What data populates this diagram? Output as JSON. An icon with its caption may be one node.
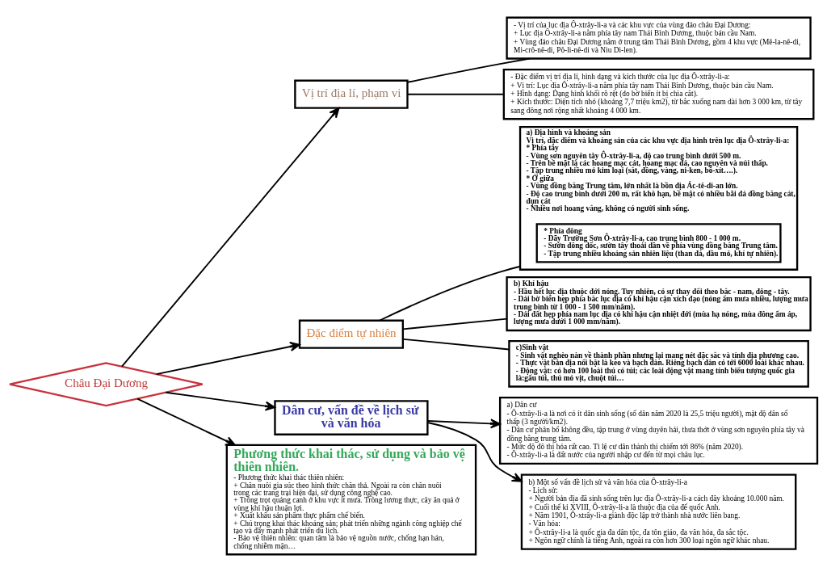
{
  "diagram": {
    "nodes": [
      {
        "text": [
          "Châu Đại Dương"
        ]
      },
      {
        "text": [
          "Vị trí địa lí, phạm vi"
        ]
      },
      {
        "text": [
          "- Vị trí của lục địa Ô-xtrây-li-a và các khu vực của vùng đảo châu Đại Dương:",
          "+ Lục địa Ô-xtrây-li-a nằm phía tây nam Thái Bình Dương, thuộc bán cầu Nam.",
          "+ Vùng đảo châu Đại Dương nằm ở trung tâm Thái Bình Dương, gồm 4 khu vực (Mê-la-nê-di, Mi-crô-nê-di, Pô-li-nê-di và Niu Di-len)."
        ]
      },
      {
        "text": [
          "- Đặc điểm vị trí địa lí, hình dạng và kích thước của lục địa Ô-xtrây-li-a:",
          "+ Vị trí: Lục địa Ô-xtrây-li-a nằm phía tây nam Thái Bình Dương, thuộc bán cầu Nam.",
          "+ Hình dạng: Dạng hình khối rõ rệt (do bờ biển ít bị chia cắt).",
          "+ Kích thước: Diện tích nhỏ (khoảng 7,7 triệu km2), từ bắc xuống nam dài hơn 3 000 km, từ tây sang đông nơi rộng nhất khoảng 4 000 km."
        ]
      },
      {
        "text": [
          "Đặc điểm tự nhiên"
        ]
      },
      {
        "text": [
          "a) Địa hình và khoáng sản",
          "Vị trí, đặc điểm và khoáng sản của các khu vực địa hình trên lục địa Ô-xtrây-li-a:",
          "* Phía tây",
          "- Vùng sơn nguyên tây Ô-xtrây-li-a, độ cao trung bình dưới 500 m.",
          "- Trên bề mặt là các hoang mạc cát, hoang mạc đá, cao nguyên và núi thấp.",
          "- Tập trung nhiều mỏ kim loại (sắt, đồng, vàng, ni-ken, bô-xít….).",
          "* Ở giữa",
          "- Vùng đồng bằng Trung tâm, lớn nhất là bồn địa Ác-tê-di-an lớn.",
          "- Độ cao trung bình dưới 200 m, rất khô hạn, bề mặt có nhiều bãi đá đồng bằng cát, đụn cát",
          "- Nhiều nơi hoang vắng, không có người sinh sống."
        ]
      },
      {
        "text": [
          "* Phía đông",
          "- Dãy Trường Sơn Ô-xtrây-li-a, cao trung bình 800 - 1 000 m.",
          "- Sườn đông dốc, sườn tây thoải dần về phía vùng đồng bằng Trung tâm.",
          "- Tập trung nhiều khoáng sản nhiên liệu (than đá, dầu mỏ, khí tự nhiên)."
        ],
        "in": 5
      },
      {
        "text": [
          "b) Khí hậu",
          "- Hầu hết lục địa thuộc đới nóng. Tuy nhiên, có sự thay đổi theo bắc - nam, đông - tây.",
          "- Dải bờ biển hẹp phía bắc lục địa có khí hậu cận xích đạo (nóng ẩm mưa nhiều, lượng mưa trung bình từ 1 000 - 1 500 mm/năm).",
          "- Dải đất hẹp phía nam lục địa có khí hậu cận nhiệt đới (mùa hạ nóng, mùa đông ấm áp, lượng mưa dưới 1 000 mm/năm)."
        ]
      },
      {
        "text": [
          "c)Sinh vật",
          "- Sinh vật nghèo nàn về thành phần nhưng lại mang nét đặc sắc và tính địa phương cao.",
          "- Thực vật bản địa nổi bật là keo và bạch đàn. Riêng bạch đàn có tới 6000 loài khác nhau.",
          "- Động vật: có hơn 100 loài thú có túi; các loài động vật mang tính biểu tượng quốc gia là:gấu túi, thú mỏ vịt, chuột túi…"
        ]
      },
      {
        "text": [
          "Dân cư, vấn đề về lịch sử và văn hóa"
        ]
      },
      {
        "text": [
          "a) Dân cư",
          "- Ô-xtrây-li-a là nơi có ít dân sinh sống (số dân năm 2020 là 25,5 triệu người), mật độ dân số thấp (3 người/km2).",
          "- Dân cư phân bố không đều, tập trung ở vùng duyên hải, thưa thớt ở vùng sơn nguyên phía tây và đồng bằng trung tâm.",
          "- Mức độ đô thị hóa rất cao. Tỉ lệ cư dân thành thị chiếm tới 86% (năm 2020).",
          "- Ô-xtrây-li-a là đất nước của người nhập cư đến từ mọi châu lục."
        ]
      },
      {
        "text": [
          "b) Một số vấn đề lịch sử và văn hóa của Ô-xtrây-li-a",
          "- Lịch sử:",
          "+ Người bản địa đã sinh sống trên lục địa Ô-xtrây-li-a cách đây khoảng 10.000 năm.",
          "+ Cuối thế kỉ XVIII, Ô-xtrây-li-a là thuộc địa của đế quốc Anh.",
          "+ Năm 1901, Ô-xtrây-li-a giành độc lập trở thành nhà nước liên bang.",
          "- Văn hóa:",
          "+ Ô-xtrây-li-a là quốc gia đa dân tộc, đa tôn giáo, đa văn hóa, đa sắc tộc.",
          "+ Ngôn ngữ chính là tiếng Anh, ngoài ra còn hơn 300 loại ngôn ngữ khác nhau."
        ]
      },
      {
        "text": [
          "Phương thức khai thác, sử dụng và bảo vệ thiên nhiên.",
          "- Phương thức khai thác thiên nhiên:",
          "+ Chăn nuôi gia súc theo hình thức chăn thả. Ngoài ra còn chăn nuôi trong các trang trại hiện đại, sử dụng công nghệ cao.",
          "+ Trồng trọt quảng canh ở khu vực ít mưa. Trồng lương thực, cây ăn quả ở vùng khí hậu thuận lợi.",
          "+ Xuất khẩu sản phẩm thực phẩm chế biến.",
          "+ Chú trọng khai thác khoáng sản; phát triển những ngành công nghiệp chế tạo và đẩy mạnh phát triển du lịch.",
          "- Bảo vệ thiên nhiên: quan tâm là bảo vệ nguồn nước, chống hạn hán, chống nhiễm mặn…"
        ]
      }
    ],
    "edges": [
      {
        "from": 0,
        "to": 1,
        "arrow": "to"
      },
      {
        "from": 0,
        "to": 4,
        "arrow": "to"
      },
      {
        "from": 0,
        "to": 9,
        "arrow": "to"
      },
      {
        "from": 0,
        "to": 12,
        "arrow": "to"
      },
      {
        "from": 1,
        "to": 2,
        "arrow": "none"
      },
      {
        "from": 1,
        "to": 3,
        "arrow": "none"
      },
      {
        "from": 4,
        "to": 5,
        "arrow": "none"
      },
      {
        "from": 4,
        "to": 7,
        "arrow": "none"
      },
      {
        "from": 4,
        "to": 8,
        "arrow": "none"
      },
      {
        "from": 9,
        "to": 10,
        "arrow": "to"
      },
      {
        "from": 9,
        "to": 11,
        "arrow": "to"
      }
    ]
  }
}
